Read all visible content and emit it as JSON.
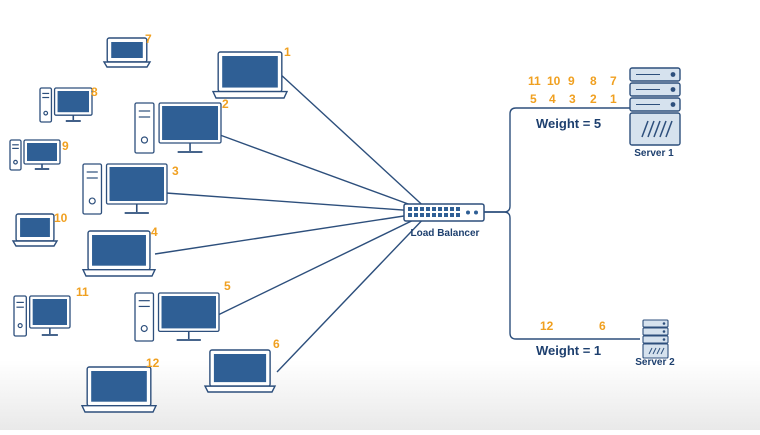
{
  "clients": [
    {
      "label": "1",
      "type": "laptop"
    },
    {
      "label": "2",
      "type": "desktop"
    },
    {
      "label": "3",
      "type": "desktop"
    },
    {
      "label": "4",
      "type": "laptop"
    },
    {
      "label": "5",
      "type": "desktop"
    },
    {
      "label": "6",
      "type": "laptop"
    },
    {
      "label": "7",
      "type": "laptop"
    },
    {
      "label": "8",
      "type": "desktop"
    },
    {
      "label": "9",
      "type": "desktop"
    },
    {
      "label": "10",
      "type": "laptop"
    },
    {
      "label": "11",
      "type": "desktop"
    },
    {
      "label": "12",
      "type": "laptop"
    }
  ],
  "load_balancer": {
    "label": "Load Balancer"
  },
  "servers": [
    {
      "label": "Server 1",
      "weight_label": "Weight = 5",
      "queue_top": [
        "11",
        "10",
        "9",
        "8",
        "7"
      ],
      "queue_bottom": [
        "5",
        "4",
        "3",
        "2",
        "1"
      ]
    },
    {
      "label": "Server 2",
      "weight_label": "Weight = 1",
      "queue": [
        "12",
        "6"
      ]
    }
  ],
  "colors": {
    "line": "#2d4f7c",
    "device_outline": "#2d4f7c",
    "screen": "#2f5f95",
    "number": "#f0a020",
    "server_fill": "#d6e2ee"
  }
}
